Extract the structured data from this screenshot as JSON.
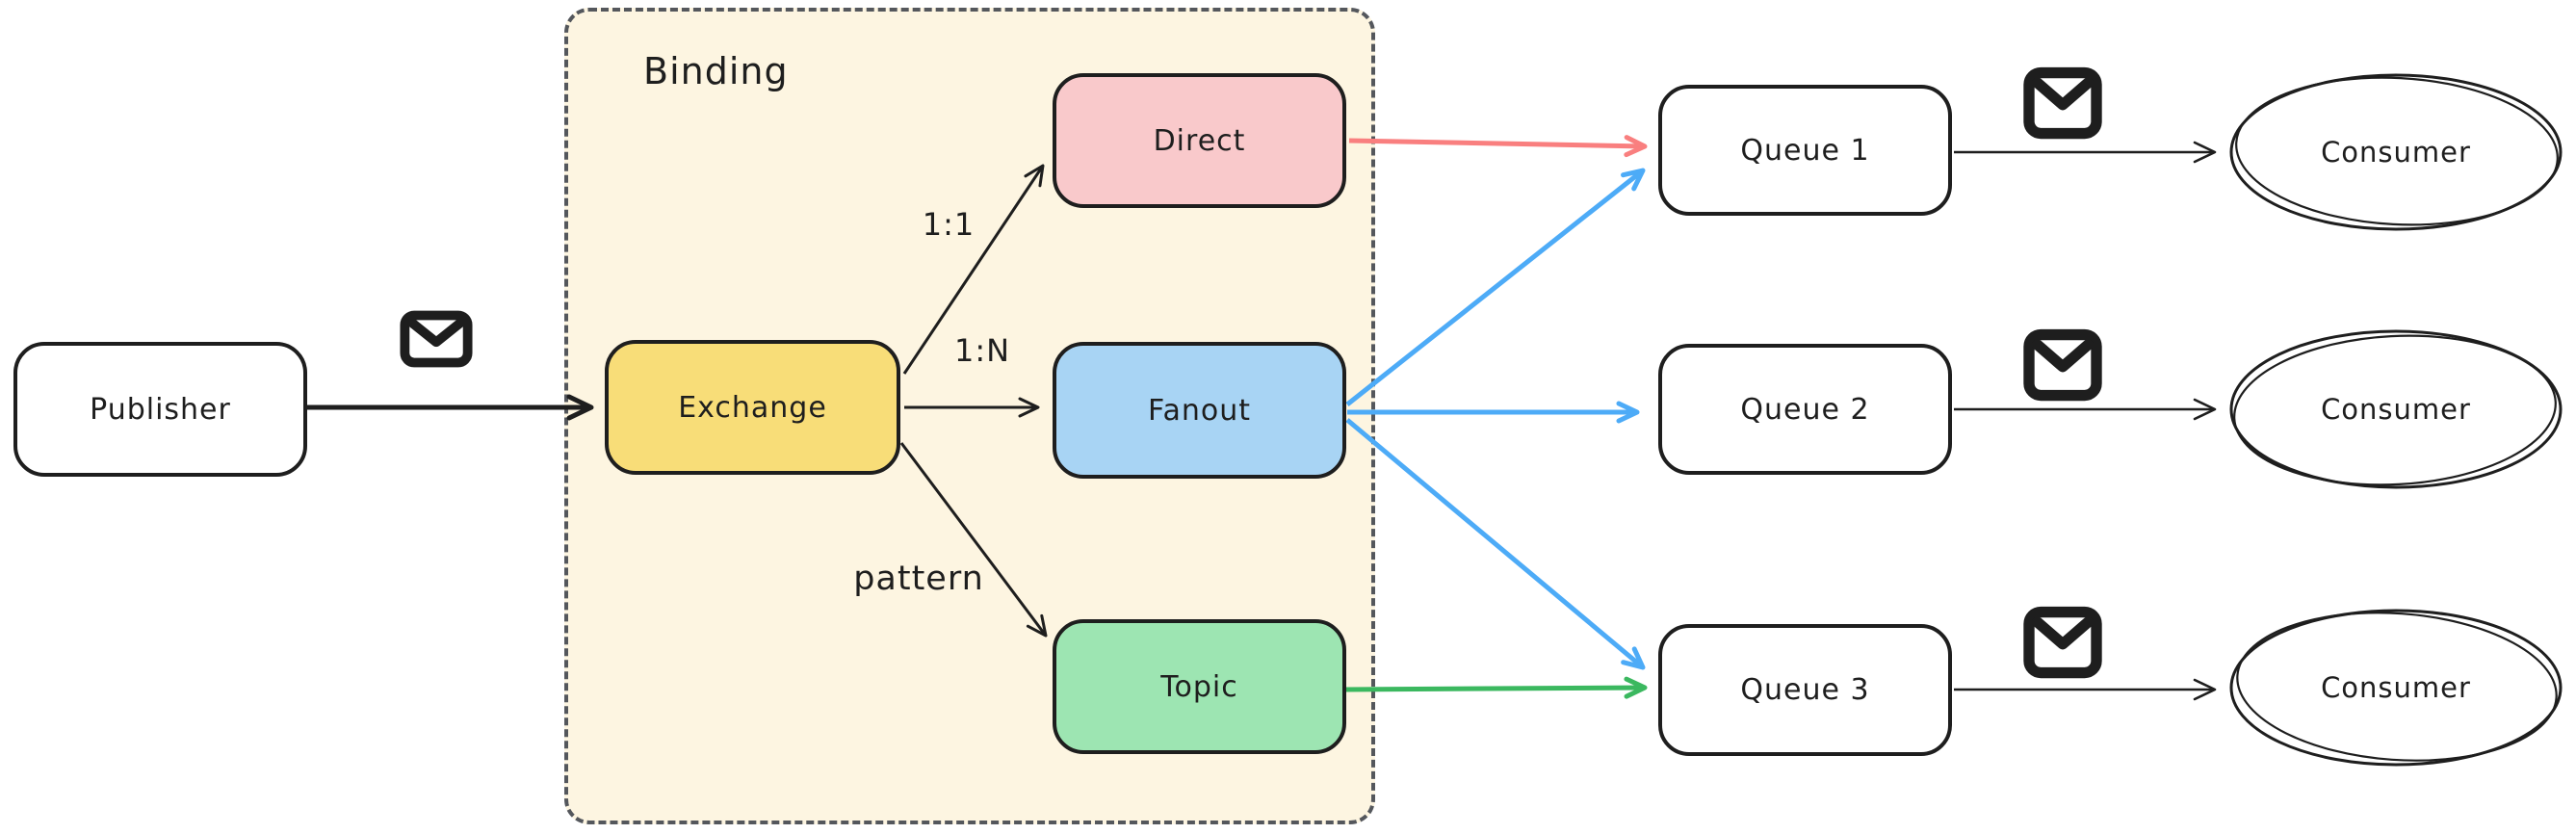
{
  "binding_group": {
    "label": "Binding"
  },
  "nodes": {
    "publisher": "Publisher",
    "exchange": "Exchange",
    "direct": "Direct",
    "fanout": "Fanout",
    "topic": "Topic",
    "queue1": "Queue 1",
    "queue2": "Queue 2",
    "queue3": "Queue 3",
    "consumer1": "Consumer",
    "consumer2": "Consumer",
    "consumer3": "Consumer"
  },
  "edge_labels": {
    "direct_binding": "1:1",
    "fanout_binding": "1:N",
    "topic_binding": "pattern"
  },
  "icons": {
    "message": "envelope-icon"
  },
  "colors": {
    "canvas_bg": "#ffffff",
    "stroke": "#1e1e1e",
    "binding_fill": "#fdf5e1",
    "binding_border": "#54575c",
    "exchange_fill": "#f8dd78",
    "direct_fill": "#f9c9cb",
    "fanout_fill": "#a8d4f4",
    "topic_fill": "#9de5b2",
    "queue_fill": "#ffffff",
    "arrow_black": "#1e1e1e",
    "arrow_red": "#f97f7f",
    "arrow_blue": "#4dabf7",
    "arrow_green": "#3bb85f"
  }
}
